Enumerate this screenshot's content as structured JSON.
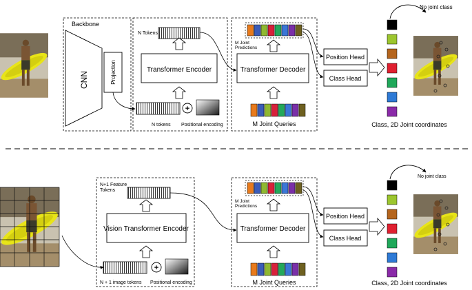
{
  "top": {
    "backbone_label": "Backbone",
    "cnn_label": "CNN",
    "projection_label": "Projection",
    "tokens_label_top": "N Tokens",
    "tokens_label_bottom": "N tokens",
    "encoder_label": "Transformer Encoder",
    "decoder_label": "Transformer Decoder",
    "positional_label": "Positional encoding",
    "predictions_label": "M Joint Predictions",
    "queries_label": "M Joint Queries",
    "position_head": "Position Head",
    "class_head": "Class Head",
    "no_joint_label": "No joint class",
    "output_label": "Class, 2D Joint coordinates"
  },
  "bottom": {
    "feature_tokens_label": "N+1 Feature Tokens",
    "image_tokens_label": "N + 1 image tokens",
    "encoder_label": "Vision Transformer Encoder",
    "decoder_label": "Transformer Decoder",
    "positional_label": "Positional encoding",
    "predictions_label": "M Joint Predictions",
    "queries_label": "M Joint Queries",
    "position_head": "Position Head",
    "class_head": "Class Head",
    "no_joint_label": "No joint class",
    "output_label": "Class, 2D Joint coordinates"
  },
  "colors": {
    "joint_colors": [
      "#e87a1c",
      "#3b5cb8",
      "#8fb830",
      "#d8203a",
      "#23a85a",
      "#3b76d6",
      "#7a2fa8",
      "#6e6020"
    ],
    "output_colors": [
      "#000000",
      "#9cc62e",
      "#b5651d",
      "#e02030",
      "#1fa85a",
      "#2e7ad6",
      "#8a2aa8"
    ]
  }
}
